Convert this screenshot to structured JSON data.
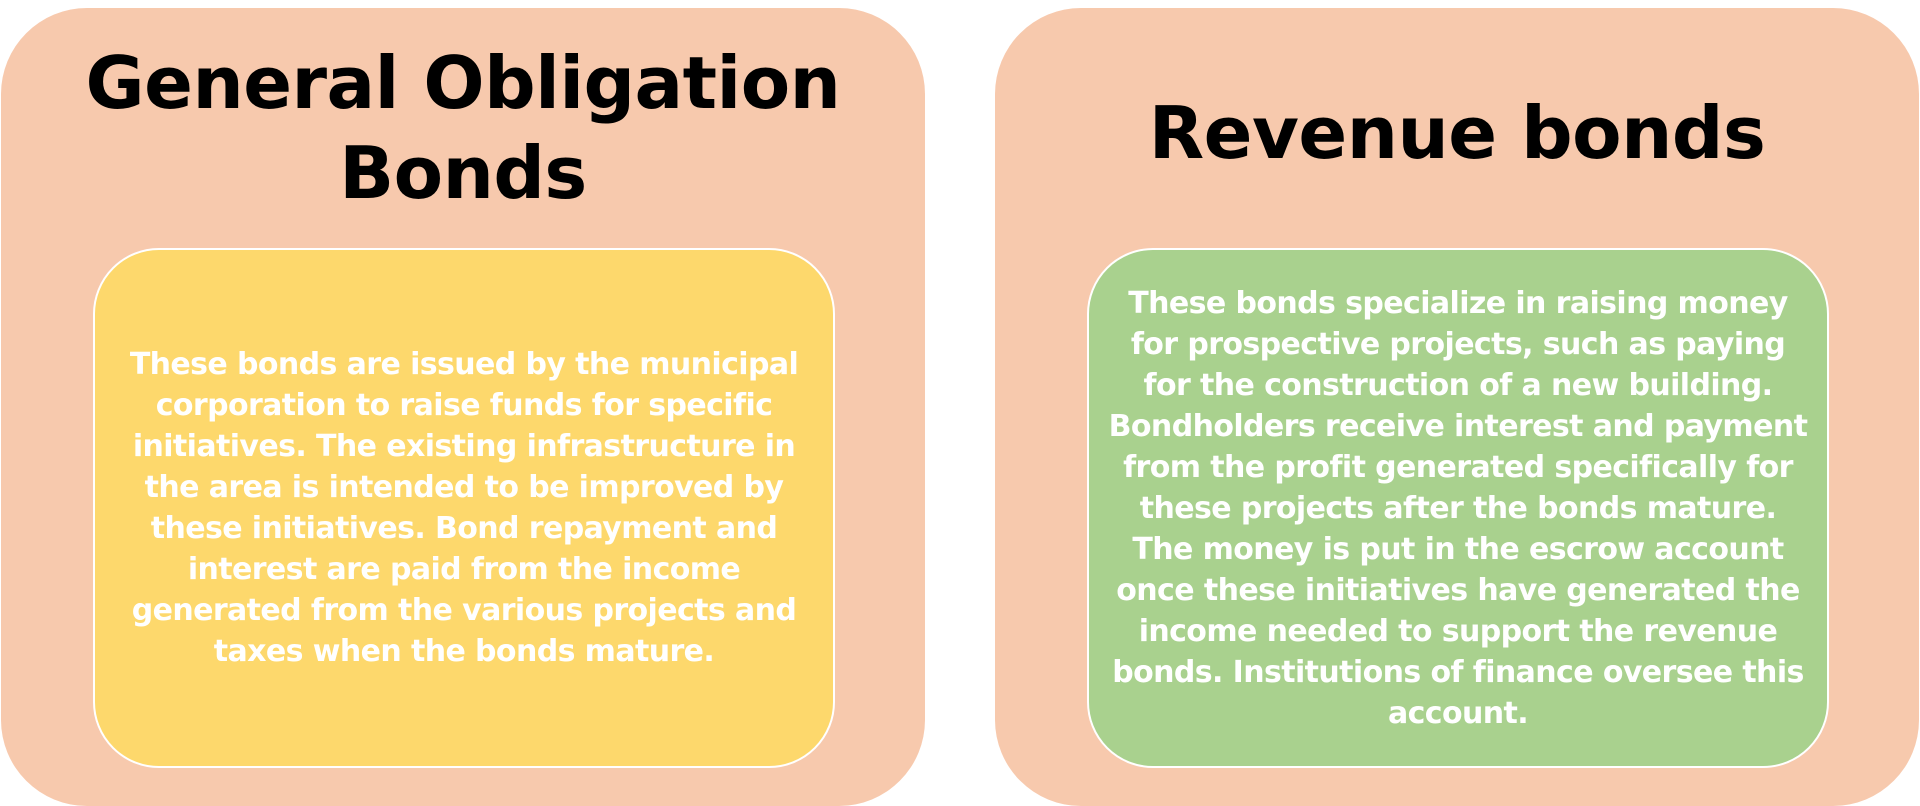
{
  "colors": {
    "card_background": "#F7C9AD",
    "left_inner_background": "#FDD86C",
    "right_inner_background": "#A9D18E",
    "body_text": "#FFFFFF",
    "title_text": "#000000"
  },
  "cards": [
    {
      "title_line1": "General Obligation",
      "title_line2": "Bonds",
      "description": "These bonds are issued by the municipal corporation to raise funds for specific initiatives. The existing infrastructure in the area is intended to be improved by these initiatives. Bond repayment and interest are paid from the income generated from the various projects and taxes when the bonds mature."
    },
    {
      "title_line1": "Revenue bonds",
      "description": "These bonds specialize in raising money for prospective projects, such as paying for the construction of a new building. Bondholders receive interest and payment from the profit generated specifically for these projects after the bonds mature. The money is put in the escrow account once these initiatives have generated the income needed to support the revenue bonds. Institutions of finance oversee this account."
    }
  ]
}
